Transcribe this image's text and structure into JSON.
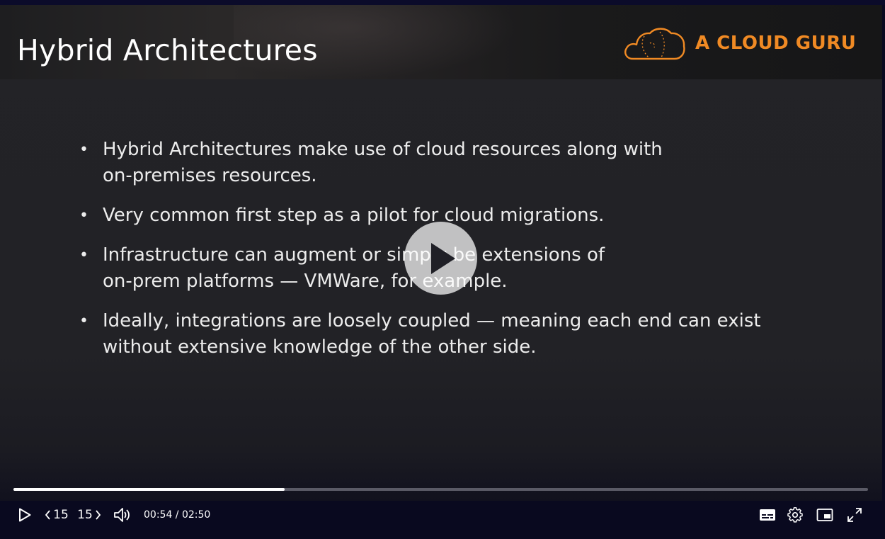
{
  "slide": {
    "title": "Hybrid Architectures",
    "brand": "A CLOUD GURU",
    "bullets": [
      "Hybrid Architectures make use of cloud resources along with\non-premises resources.",
      "Very common first step as a pilot for cloud migrations.",
      "Infrastructure can augment or simply be extensions of\non-prem platforms — VMWare, for example.",
      "Ideally, integrations are loosely coupled — meaning each end can exist\nwithout extensive knowledge of the other side."
    ],
    "bullet_symbol": "•"
  },
  "player": {
    "current_time": "00:54",
    "time_separator": " / ",
    "duration": "02:50",
    "progress_fraction": 0.3176,
    "skip_back_label": "15",
    "skip_forward_label": "15",
    "icons": {
      "play": "play-icon",
      "overlay_play": "play-circle-icon",
      "rewind": "rewind-15-icon",
      "forward": "forward-15-icon",
      "volume": "volume-icon",
      "captions": "captions-icon",
      "settings": "gear-icon",
      "pip": "picture-in-picture-icon",
      "fullscreen": "fullscreen-icon"
    }
  },
  "colors": {
    "brand_orange": "#f08a24",
    "slide_bg": "#232327",
    "controls_bg": "#09091f",
    "progress_played": "#ffffff",
    "progress_track": "#5a5a66"
  }
}
